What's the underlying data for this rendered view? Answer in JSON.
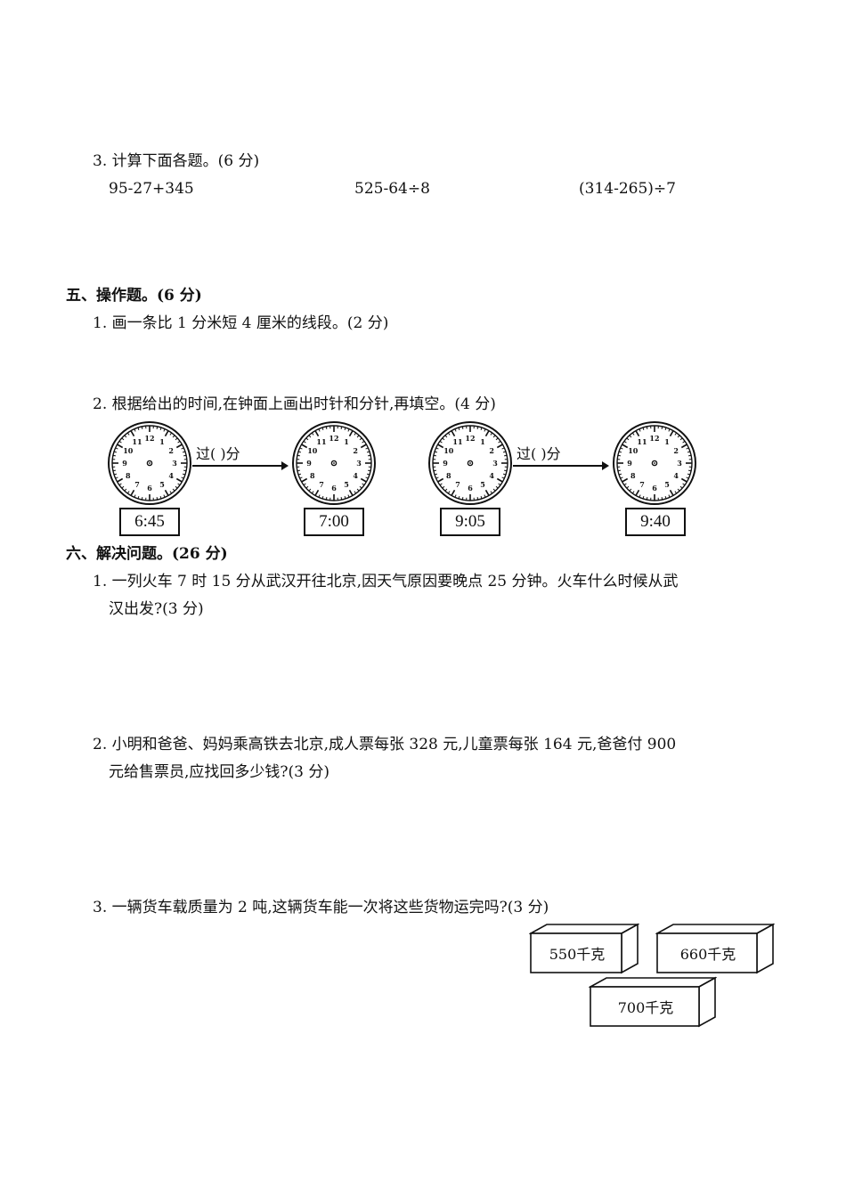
{
  "section4": {
    "q3_title": "3. 计算下面各题。(6 分)",
    "expressions": [
      "95-27+345",
      "525-64÷8",
      "(314-265)÷7"
    ]
  },
  "section5": {
    "title": "五、操作题。(6 分)",
    "q1": "1. 画一条比 1 分米短 4 厘米的线段。(2 分)",
    "q2": "2. 根据给出的时间,在钟面上画出时针和分针,再填空。(4 分)",
    "clock_numbers": [
      "12",
      "1",
      "2",
      "3",
      "4",
      "5",
      "6",
      "7",
      "8",
      "9",
      "10",
      "11"
    ],
    "arrow_label": "过(    )分",
    "times": [
      "6:45",
      "7:00",
      "9:05",
      "9:40"
    ]
  },
  "section6": {
    "title": "六、解决问题。(26 分)",
    "q1_line1": "1. 一列火车 7 时 15 分从武汉开往北京,因天气原因要晚点 25 分钟。火车什么时候从武",
    "q1_line2": "汉出发?(3 分)",
    "q2_line1": "2. 小明和爸爸、妈妈乘高铁去北京,成人票每张 328 元,儿童票每张 164 元,爸爸付 900",
    "q2_line2": "元给售票员,应找回多少钱?(3 分)",
    "q3": "3. 一辆货车载质量为 2 吨,这辆货车能一次将这些货物运完吗?(3 分)",
    "crates": [
      "550千克",
      "660千克",
      "700千克"
    ]
  }
}
